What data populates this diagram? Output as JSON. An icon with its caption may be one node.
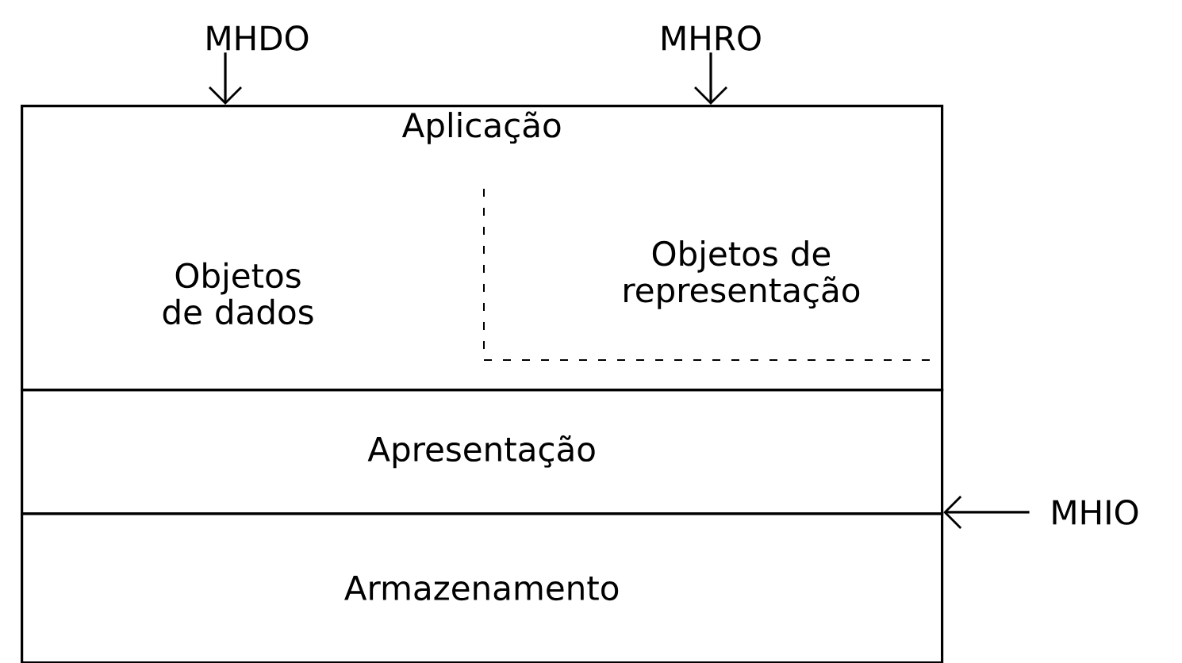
{
  "diagram": {
    "nodes": [
      {
        "text": [
          "Aplicação"
        ]
      },
      {
        "text": [
          "Objetos de dados"
        ],
        "in": 0
      },
      {
        "text": [
          "Objetos de representação"
        ],
        "in": 0
      },
      {
        "text": [
          "Apresentação"
        ]
      },
      {
        "text": [
          "Armazenamento"
        ]
      },
      {
        "text": [
          "MHDO"
        ]
      },
      {
        "text": [
          "MHRO"
        ]
      },
      {
        "text": [
          "MHIO"
        ]
      }
    ],
    "edges": [
      {
        "from": 5,
        "to": 0,
        "arrow": "to"
      },
      {
        "from": 6,
        "to": 0,
        "arrow": "to"
      },
      {
        "from": 7,
        "to": 3,
        "arrow": "to"
      }
    ]
  }
}
